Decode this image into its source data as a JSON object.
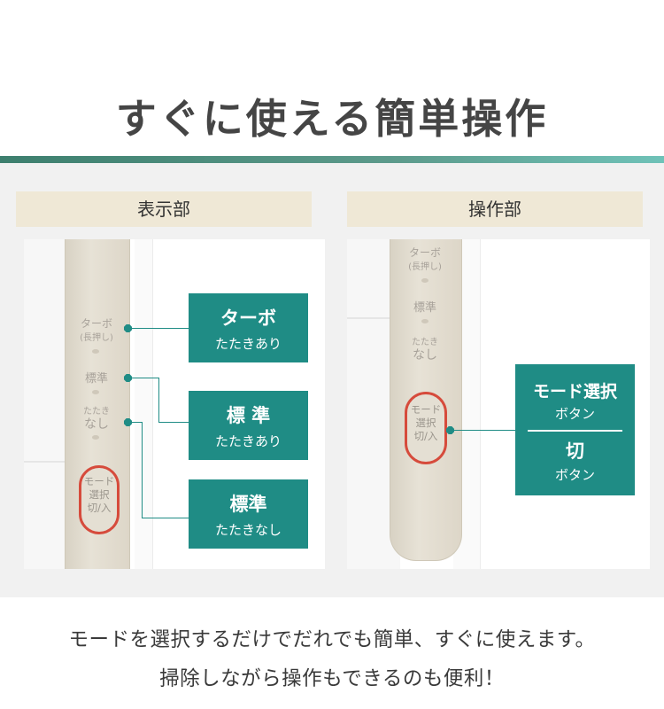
{
  "title": "すぐに使える簡単操作",
  "colors": {
    "accent": "#1f8c85",
    "label_bg": "#efe8d6",
    "pill_border": "#d64b3c"
  },
  "left_panel": {
    "label": "表示部",
    "photo": {
      "turbo": "ターボ",
      "turbo_sub": "(長押し)",
      "standard": "標準",
      "no_tap_1": "たたき",
      "no_tap_2": "なし",
      "btn_1": "モード",
      "btn_2": "選択",
      "btn_3": "切/入"
    },
    "callouts": [
      {
        "main": "ターボ",
        "sub": "たたきあり"
      },
      {
        "main": "標 準",
        "sub": "たたきあり"
      },
      {
        "main": "標準",
        "sub": "たたきなし"
      }
    ]
  },
  "right_panel": {
    "label": "操作部",
    "photo": {
      "turbo": "ターボ",
      "turbo_sub": "(長押し)",
      "standard": "標準",
      "no_tap_1": "たたき",
      "no_tap_2": "なし",
      "btn_1": "モード",
      "btn_2": "選択",
      "btn_3": "切/入"
    },
    "callout": {
      "main1": "モード選択",
      "sub1": "ボタン",
      "main2": "切",
      "sub2": "ボタン"
    }
  },
  "caption": {
    "line1": "モードを選択するだけでだれでも簡単、すぐに使えます。",
    "line2": "掃除しながら操作もできるのも便利！"
  }
}
